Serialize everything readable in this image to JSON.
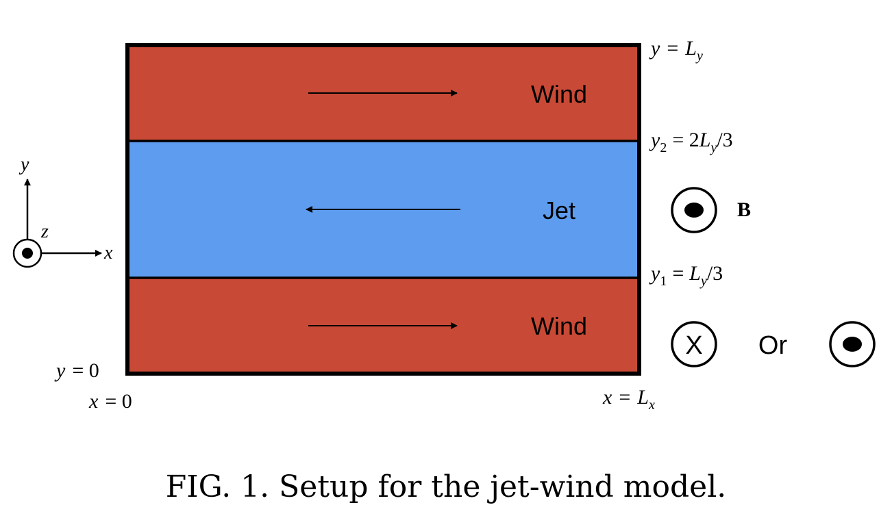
{
  "figure": {
    "regions": {
      "wind_top": "Wind",
      "jet": "Jet",
      "wind_bottom": "Wind"
    },
    "labels": {
      "y_top_lhs": "y",
      "y_top_eq": "=",
      "y_top_L": "L",
      "y_top_sub": "y",
      "y2_lhs": "y",
      "y2_sub": "2",
      "y2_eq": "= 2",
      "y2_L": "L",
      "y2_Lsub": "y",
      "y2_tail": "/3",
      "y1_lhs": "y",
      "y1_sub": "1",
      "y1_eq": "=",
      "y1_L": "L",
      "y1_Lsub": "y",
      "y1_tail": "/3",
      "y0": "y",
      "y0_eq": "= 0",
      "x0": "x",
      "x0_eq": "= 0",
      "xL_lhs": "x",
      "xL_eq": "=",
      "xL_L": "L",
      "xL_sub": "x"
    },
    "axes": {
      "x": "x",
      "y": "y",
      "z": "z"
    },
    "field": {
      "label": "B",
      "cross": "X",
      "or": "Or"
    },
    "colors": {
      "wind": "#c84a36",
      "jet": "#5e9cf0",
      "stroke": "#000000"
    }
  },
  "caption": "FIG. 1. Setup for the jet-wind model."
}
